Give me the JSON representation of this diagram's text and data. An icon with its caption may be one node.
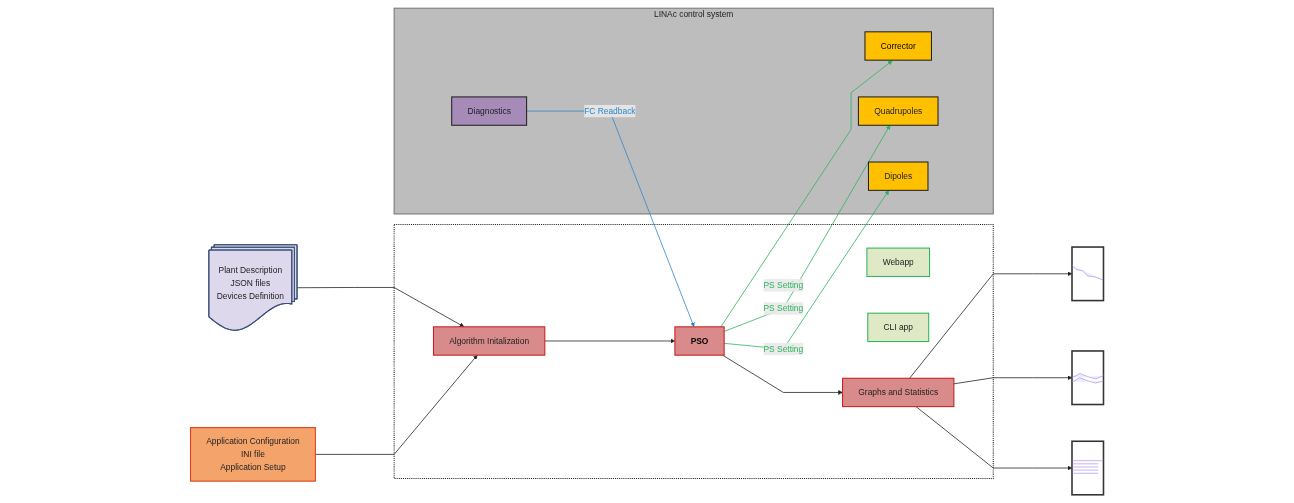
{
  "diagram": {
    "nodes": [
      {
        "text": [
          "Plant Description",
          "JSON files",
          "Devices Definition"
        ]
      },
      {
        "text": [
          "Application Configuration",
          "INI file",
          "Application Setup"
        ]
      },
      {
        "text": [],
        "shape": "box"
      },
      {
        "text": [
          "Webapp"
        ],
        "in": 2
      },
      {
        "text": [
          "CLI app"
        ],
        "in": 2
      },
      {
        "text": [
          "Algorithm Initalization"
        ],
        "in": 2
      },
      {
        "text": [
          "PSO"
        ],
        "in": 2
      },
      {
        "text": [
          "Graphs and Statistics"
        ],
        "in": 2
      },
      {
        "text": [],
        "shape": "picture"
      },
      {
        "text": [],
        "shape": "picture"
      },
      {
        "text": [],
        "shape": "picture"
      },
      {
        "text": [
          "LINAc control system"
        ]
      },
      {
        "text": [
          "Corrector"
        ],
        "in": 11
      },
      {
        "text": [
          "Quadrupoles"
        ],
        "in": 11
      },
      {
        "text": [
          "Dipoles"
        ],
        "in": 11
      },
      {
        "text": [
          "Diagnostics"
        ],
        "in": 11
      }
    ],
    "edges": [
      {
        "from": 0,
        "to": 5,
        "arrow": "to"
      },
      {
        "from": 1,
        "to": 5,
        "arrow": "to"
      },
      {
        "from": 5,
        "to": 6,
        "arrow": "to"
      },
      {
        "from": 6,
        "to": 7,
        "arrow": "to"
      },
      {
        "from": 7,
        "to": 8,
        "arrow": "to"
      },
      {
        "from": 7,
        "to": 9,
        "arrow": "to"
      },
      {
        "from": 7,
        "to": 10,
        "arrow": "to"
      },
      {
        "from": 6,
        "to": 12,
        "arrow": "to",
        "label": "PS Setting",
        "color": "#2db35d"
      },
      {
        "from": 6,
        "to": 13,
        "arrow": "to",
        "label": "PS Setting",
        "color": "#2db35d"
      },
      {
        "from": 6,
        "to": 14,
        "arrow": "to",
        "label": "PS Setting",
        "color": "#2db35d"
      },
      {
        "from": 15,
        "to": 6,
        "arrow": "to",
        "label": "FC Readback",
        "color": "#2f86c8"
      }
    ]
  }
}
